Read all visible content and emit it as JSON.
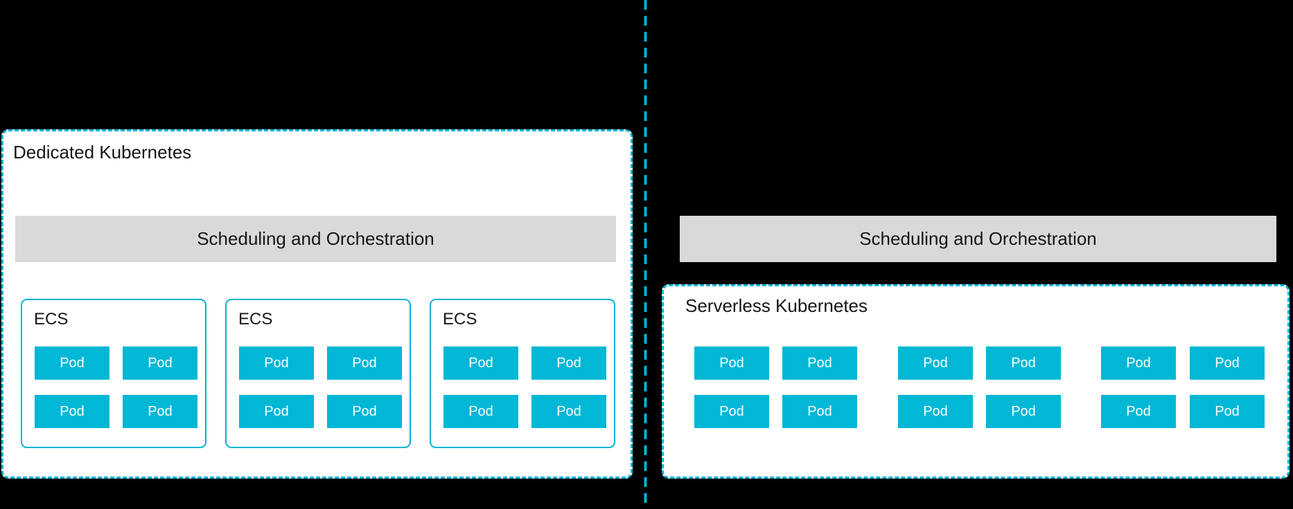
{
  "colors": {
    "background": "#000000",
    "accent_cyan": "#00b3d8",
    "pod_fill": "#00b7d6",
    "bar_gray": "#d9d9d9",
    "box_white": "#ffffff",
    "text_dark": "#161616",
    "pod_text": "#ffffff"
  },
  "dedicated": {
    "title": "Dedicated Kubernetes",
    "scheduling_bar": "Scheduling and Orchestration",
    "ecs_boxes": [
      {
        "label": "ECS",
        "pods": [
          "Pod",
          "Pod",
          "Pod",
          "Pod"
        ]
      },
      {
        "label": "ECS",
        "pods": [
          "Pod",
          "Pod",
          "Pod",
          "Pod"
        ]
      },
      {
        "label": "ECS",
        "pods": [
          "Pod",
          "Pod",
          "Pod",
          "Pod"
        ]
      }
    ]
  },
  "serverless": {
    "title": "Serverless Kubernetes",
    "scheduling_bar": "Scheduling and Orchestration",
    "pod_groups": [
      [
        "Pod",
        "Pod",
        "Pod",
        "Pod"
      ],
      [
        "Pod",
        "Pod",
        "Pod",
        "Pod"
      ],
      [
        "Pod",
        "Pod",
        "Pod",
        "Pod"
      ]
    ]
  }
}
